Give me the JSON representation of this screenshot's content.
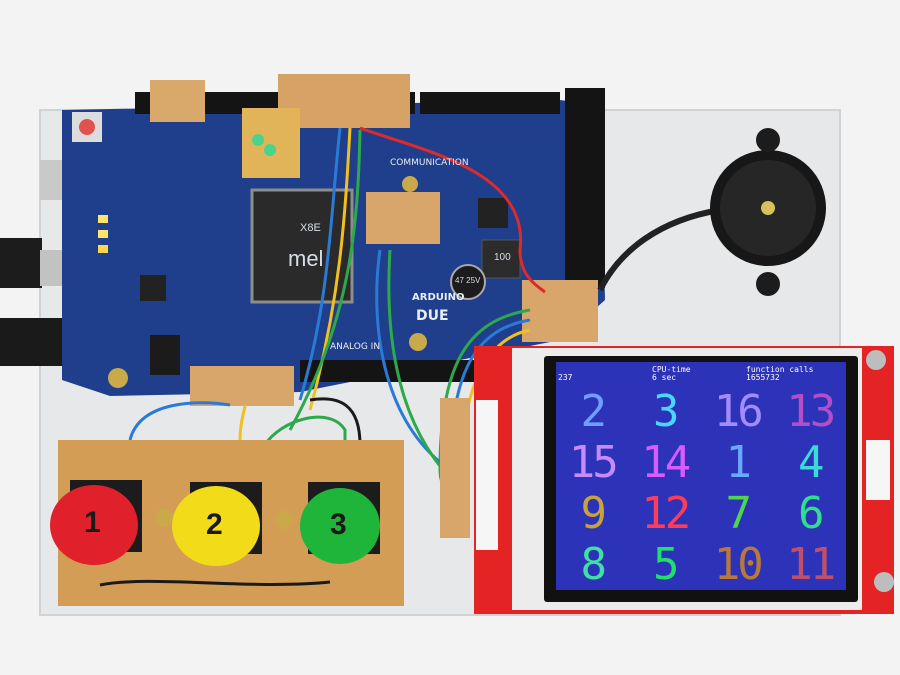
{
  "board": {
    "logo_text": "ARDUINO",
    "model_text": "DUE",
    "communication_label": "COMMUNICATION",
    "analog_label": "ANALOG IN",
    "chip_text": "mel",
    "chip_code": "X8E",
    "capacitor_text": "47 25V",
    "inductor_text": "100"
  },
  "display": {
    "corner_number": "237",
    "cpu_label": "CPU-time",
    "cpu_value": "6 sec",
    "calls_label": "function calls",
    "calls_value": "1655732",
    "grid": [
      {
        "value": "2",
        "color": "#6fa0ff"
      },
      {
        "value": "3",
        "color": "#4ad7ff"
      },
      {
        "value": "16",
        "color": "#a48bff"
      },
      {
        "value": "13",
        "color": "#b24fc6"
      },
      {
        "value": "15",
        "color": "#c58bff"
      },
      {
        "value": "14",
        "color": "#d85cff"
      },
      {
        "value": "1",
        "color": "#6aa7ff"
      },
      {
        "value": "4",
        "color": "#3dd8d8"
      },
      {
        "value": "9",
        "color": "#c8a23a"
      },
      {
        "value": "12",
        "color": "#ff3b5a"
      },
      {
        "value": "7",
        "color": "#4fd44f"
      },
      {
        "value": "6",
        "color": "#2fe08a"
      },
      {
        "value": "8",
        "color": "#3fe0a0"
      },
      {
        "value": "5",
        "color": "#1fe06a"
      },
      {
        "value": "10",
        "color": "#b87a3a"
      },
      {
        "value": "11",
        "color": "#c0506a"
      }
    ]
  },
  "buttons": [
    {
      "label": "1",
      "color": "#e0202a"
    },
    {
      "label": "2",
      "color": "#f2dc1a"
    },
    {
      "label": "3",
      "color": "#1fb53a"
    }
  ]
}
